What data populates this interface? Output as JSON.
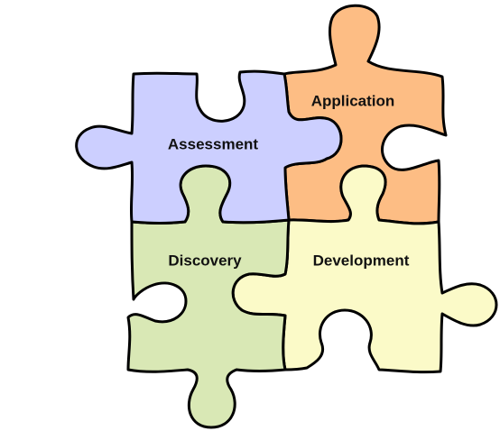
{
  "pieces": {
    "assessment": {
      "label": "Assessment",
      "color": "#cccfff"
    },
    "application": {
      "label": "Application",
      "color": "#fdbd84"
    },
    "discovery": {
      "label": "Discovery",
      "color": "#d9e8b5"
    },
    "development": {
      "label": "Development",
      "color": "#fbfac8"
    }
  }
}
